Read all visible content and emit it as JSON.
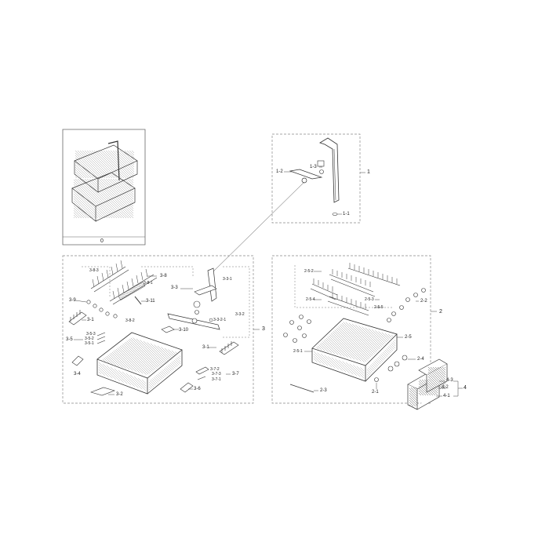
{
  "overview_box": {
    "label": "0"
  },
  "group_1": {
    "callout": "1",
    "parts": {
      "p1_1": "1-1",
      "p1_2": "1-2",
      "p1_3": "1-3"
    }
  },
  "group_2": {
    "callout": "2",
    "parts": {
      "p2_1": "2-1",
      "p2_2": "2-2",
      "p2_3": "2-3",
      "p2_4": "2-4",
      "p2_5": "2-5",
      "p2_5_1": "2-5-1",
      "p2_5_2": "2-5-2",
      "p2_5_3": "2-5-3",
      "p2_5_4": "2-5-4",
      "p2_5_5": "2-5-5"
    }
  },
  "group_3": {
    "callout": "3",
    "parts": {
      "p3_1a": "3-1",
      "p3_1b": "3-1",
      "p3_2": "3-2",
      "p3_3": "3-3",
      "p3_3_1": "3-3-1",
      "p3_3_2": "3-3-2",
      "p3_3_2_1": "3-3-2-1",
      "p3_4": "3-4",
      "p3_5": "3-5",
      "p3_5_1": "3-5-1",
      "p3_5_2": "3-5-2",
      "p3_5_3": "3-5-3",
      "p3_6": "3-6",
      "p3_7": "3-7",
      "p3_7_1": "3-7-1",
      "p3_7_2": "3-7-2",
      "p3_7_3": "3-7-3",
      "p3_8": "3-8",
      "p3_8_1": "3-8-1",
      "p3_8_2": "3-8-2",
      "p3_8_3": "3-8-3",
      "p3_9": "3-9",
      "p3_10": "3-10",
      "p3_11": "3-11"
    }
  },
  "group_4": {
    "callout": "4",
    "parts": {
      "p4_1": "4-1",
      "p4_2": "4-2",
      "p4_3": "4-3"
    }
  },
  "colors": {
    "line": "#444444",
    "dash": "#888888",
    "text": "#222222"
  }
}
